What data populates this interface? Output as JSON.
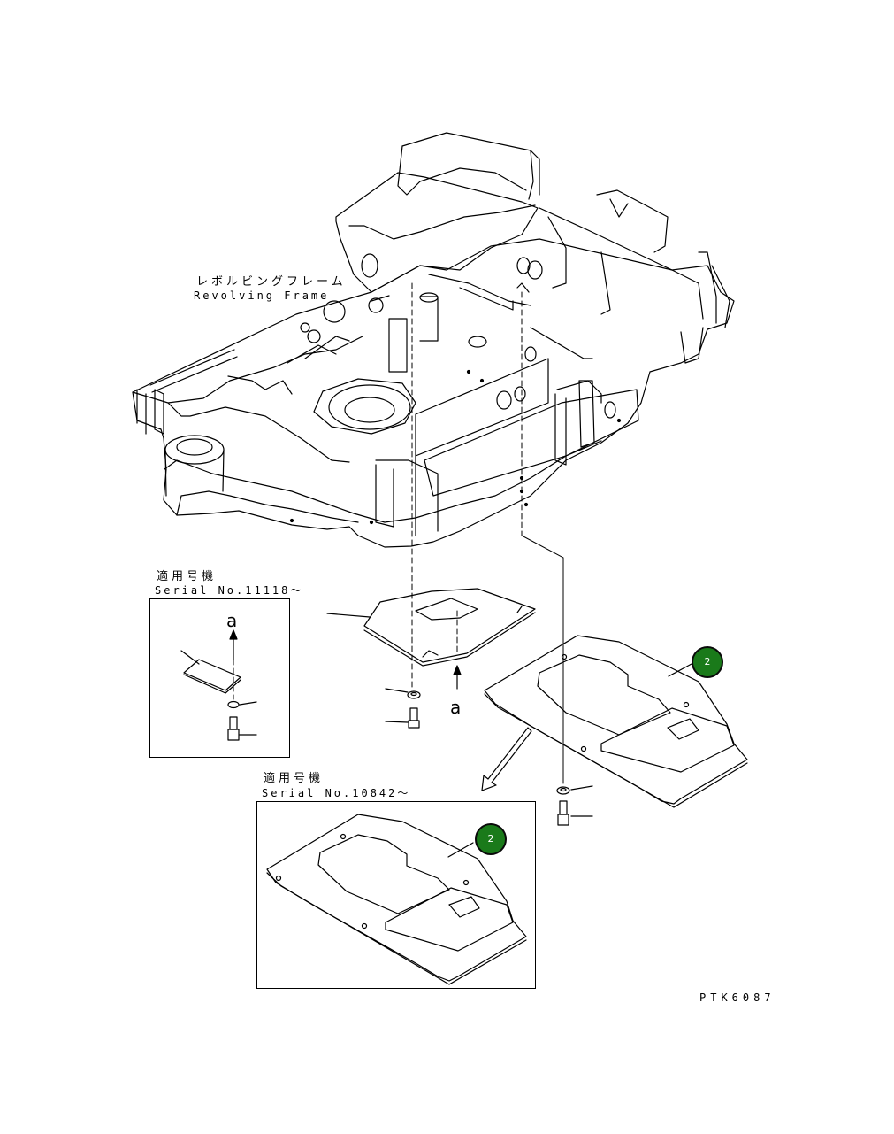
{
  "frame_label": {
    "jp": "レボルビングフレーム",
    "en": "Revolving Frame"
  },
  "inset_top": {
    "header_jp": "適用号機",
    "serial": "Serial No.11118～",
    "arrow_letter": "a"
  },
  "inset_bottom": {
    "header_jp": "適用号機",
    "serial": "Serial No.10842～"
  },
  "view_letter": "a",
  "callouts": [
    {
      "id": "part-2-main",
      "number": "2",
      "color": "#1a7a1a"
    },
    {
      "id": "part-2-inset",
      "number": "2",
      "color": "#1a7a1a"
    }
  ],
  "drawing_code": "PTK6087"
}
